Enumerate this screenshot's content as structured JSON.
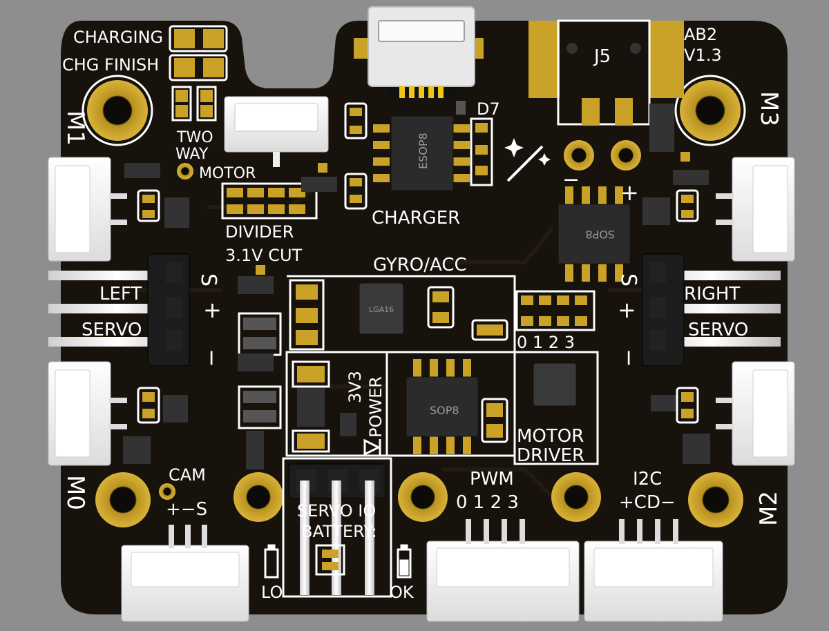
{
  "colors": {
    "background": "#8e8e8e",
    "pcb": "#17120c",
    "silkscreen": "#ffffff",
    "gold_pad": "#c9a227",
    "connector_plastic": "#f4f4f4",
    "ic_body": "#2b2b2b"
  },
  "board": {
    "revision": "AB2",
    "version": "V1.3",
    "charge_status": {
      "charging_label": "CHARGING",
      "finished_label": "CHG FINISH"
    },
    "jumpers": {
      "two_way_line1": "TWO",
      "two_way_line2": "WAY",
      "motor": "MOTOR",
      "divider": "DIVIDER",
      "cut_3v1": "3.1V CUT"
    },
    "ic_labels": {
      "charger_chip": "ESOP8",
      "motor_chip": "SOP8",
      "mid_chip": "SOP8",
      "imu_chip": "LGA16"
    },
    "section_labels": {
      "charger": "CHARGER",
      "gyro_acc": "GYRO/ACC",
      "power_3v3": "3V3",
      "power": "POWER",
      "motor_driver_line1": "MOTOR",
      "motor_driver_line2": "DRIVER"
    },
    "designators": {
      "j5": "J5",
      "d7": "D7"
    },
    "motor_ports": {
      "m0": "M0",
      "m1": "M1",
      "m2": "M2",
      "m3": "M3"
    },
    "polarity": {
      "plus": "+",
      "minus": "−",
      "signal": "S"
    },
    "servo_ports": {
      "left_line1": "LEFT",
      "left_line2": "SERVO",
      "right_line1": "RIGHT",
      "right_line2": "SERVO",
      "id_digits": "0 1 2 3"
    },
    "bottom_headers": {
      "cam": "CAM",
      "cam_pins": "+−S",
      "servo_io": "SERVO IO",
      "battery": "BATTERY:",
      "battery_low": "LO",
      "battery_ok": "OK",
      "pwm": "PWM",
      "pwm_digits": "0 1 2 3",
      "i2c": "I2C",
      "i2c_pins": "+CD−"
    }
  }
}
